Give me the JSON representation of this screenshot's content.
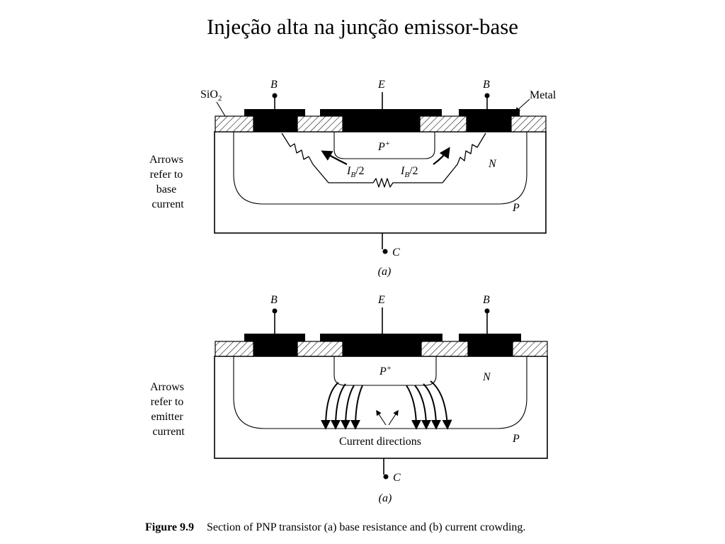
{
  "title": "Injeção alta na junção emissor-base",
  "figure_a": {
    "terminals": {
      "base_left": "B",
      "emitter": "E",
      "base_right": "B",
      "collector": "C"
    },
    "labels": {
      "oxide": "SiO",
      "oxide_sub": "2",
      "metal": "Metal"
    },
    "regions": {
      "emitter": "P",
      "emitter_sup": "+",
      "base": "N",
      "collector": "P"
    },
    "current_left": {
      "symbol": "I",
      "subscript": "B",
      "suffix": "/2"
    },
    "current_right": {
      "symbol": "I",
      "subscript": "B",
      "suffix": "/2"
    },
    "side_note": [
      "Arrows",
      "refer to",
      "base",
      "current"
    ],
    "sublabel": "(a)"
  },
  "figure_b": {
    "terminals": {
      "base_left": "B",
      "emitter": "E",
      "base_right": "B",
      "collector": "C"
    },
    "regions": {
      "emitter": "P",
      "emitter_sup": "+",
      "base": "N",
      "collector": "P"
    },
    "current_directions": "Current directions",
    "side_note": [
      "Arrows",
      "refer to",
      "emitter",
      "current"
    ],
    "sublabel": "(a)"
  },
  "caption": {
    "figure_number": "Figure 9.9",
    "text": "Section of PNP transistor (a) base resistance and (b) current crowding."
  }
}
